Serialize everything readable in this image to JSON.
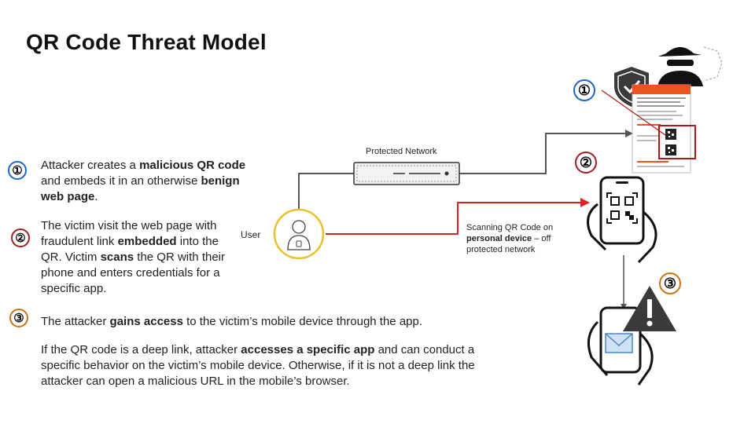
{
  "title": "QR Code Threat Model",
  "steps": [
    {
      "num": "①",
      "parts": [
        "Attacker creates a ",
        "malicious QR code",
        " and embeds it in an otherwise ",
        "benign web page",
        "."
      ]
    },
    {
      "num": "②",
      "parts": [
        "The victim visit the web page with fraudulent link ",
        "embedded",
        " into the QR. Victim ",
        "scans",
        " the QR with their phone and enters credentials for a specific app."
      ]
    },
    {
      "num": "③",
      "line1": [
        "The attacker ",
        "gains access",
        " to the victim’s mobile device through the app."
      ],
      "line2": [
        "If the QR code is a deep link, attacker ",
        "accesses a specific app",
        " and can conduct a specific behavior on the victim’s mobile device. Otherwise, if it is not a deep link the attacker can open a malicious URL in the mobile’s browser."
      ]
    }
  ],
  "diagram": {
    "network_label": "Protected Network",
    "user_label": "User",
    "scan_label": [
      "Scanning QR Code on ",
      "personal device",
      " – off protected network"
    ],
    "badges": [
      "①",
      "②",
      "③"
    ]
  },
  "colors": {
    "blue": "#1e66c8",
    "red": "#a02020",
    "orange": "#c87414",
    "red_line": "#e02020",
    "grey_line": "#555555",
    "user_ring": "#e8c22a"
  },
  "icons": [
    "shield-check-icon",
    "hacker-icon",
    "webpage-icon",
    "qr-code-icon",
    "phone-scan-icon",
    "phone-mail-icon",
    "warning-icon",
    "user-icon",
    "server-icon"
  ]
}
